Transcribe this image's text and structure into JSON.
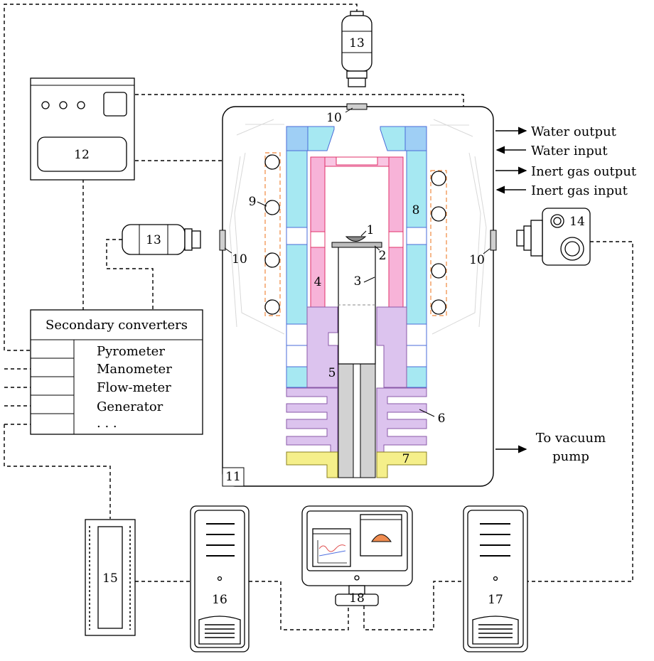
{
  "diagram": {
    "labels": {
      "n1": "1",
      "n2": "2",
      "n3": "3",
      "n4": "4",
      "n5": "5",
      "n6": "6",
      "n7": "7",
      "n8": "8",
      "n9": "9",
      "n10": "10",
      "n11": "11",
      "n12": "12",
      "n13": "13",
      "n14": "14",
      "n15": "15",
      "n16": "16",
      "n17": "17",
      "n18": "18"
    },
    "flows": {
      "water_output": "Water output",
      "water_input": "Water input",
      "gas_output": "Inert gas output",
      "gas_input": "Inert gas input",
      "vacuum_line1": "To vacuum",
      "vacuum_line2": "pump"
    },
    "converters": {
      "title": "Secondary converters",
      "items": [
        "Pyrometer",
        "Manometer",
        "Flow-meter",
        "Generator",
        ". . ."
      ]
    },
    "colors": {
      "insulation": "#a6e8f2",
      "heater": "#f7b3d8",
      "base": "#dcc3ee",
      "mount": "#f5ef8a",
      "rod": "#d2d2d2",
      "coil_frame": "#f39a5a",
      "sample": "#f08c50"
    }
  }
}
